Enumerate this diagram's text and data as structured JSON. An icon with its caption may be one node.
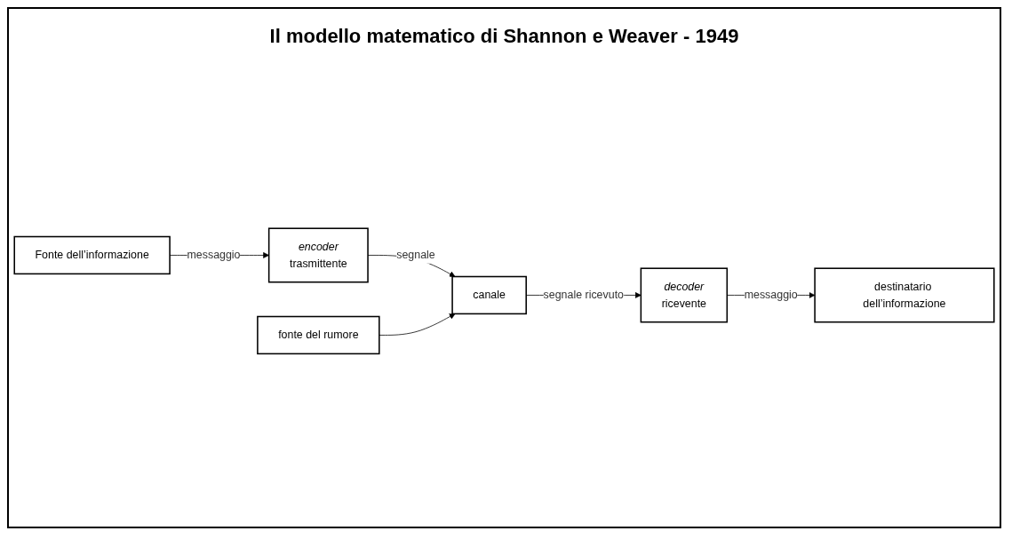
{
  "diagram": {
    "title": "Il modello matematico di Shannon e Weaver - 1949",
    "nodes": [
      {
        "text": [
          "Fonte dell’informazione"
        ]
      },
      {
        "text": [
          "encoder",
          "trasmittente"
        ]
      },
      {
        "text": [
          "canale"
        ]
      },
      {
        "text": [
          "decoder",
          "ricevente"
        ]
      },
      {
        "text": [
          "destinatario dell’informazione"
        ]
      },
      {
        "text": [
          "fonte del rumore"
        ]
      }
    ],
    "edges": [
      {
        "from": 0,
        "to": 1,
        "arrow": "to",
        "label": "messaggio"
      },
      {
        "from": 1,
        "to": 2,
        "arrow": "to",
        "label": "segnale"
      },
      {
        "from": 2,
        "to": 3,
        "arrow": "to",
        "label": "segnale ricevuto"
      },
      {
        "from": 3,
        "to": 4,
        "arrow": "to",
        "label": "messaggio"
      },
      {
        "from": 5,
        "to": 2,
        "arrow": "to"
      }
    ]
  }
}
